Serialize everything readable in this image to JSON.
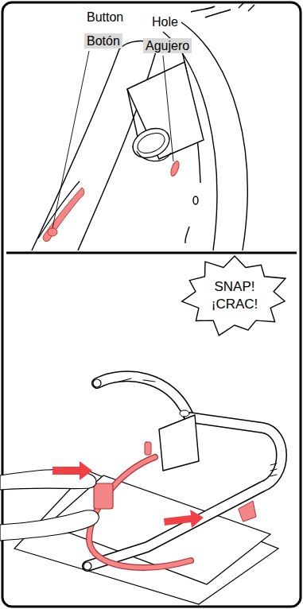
{
  "diagram": {
    "nodes": [
      {
        "text": [
          "SNAP! ¡CRAC!"
        ]
      }
    ],
    "labels": [
      "Button",
      "Botón",
      "Hole",
      "Agujero"
    ]
  }
}
